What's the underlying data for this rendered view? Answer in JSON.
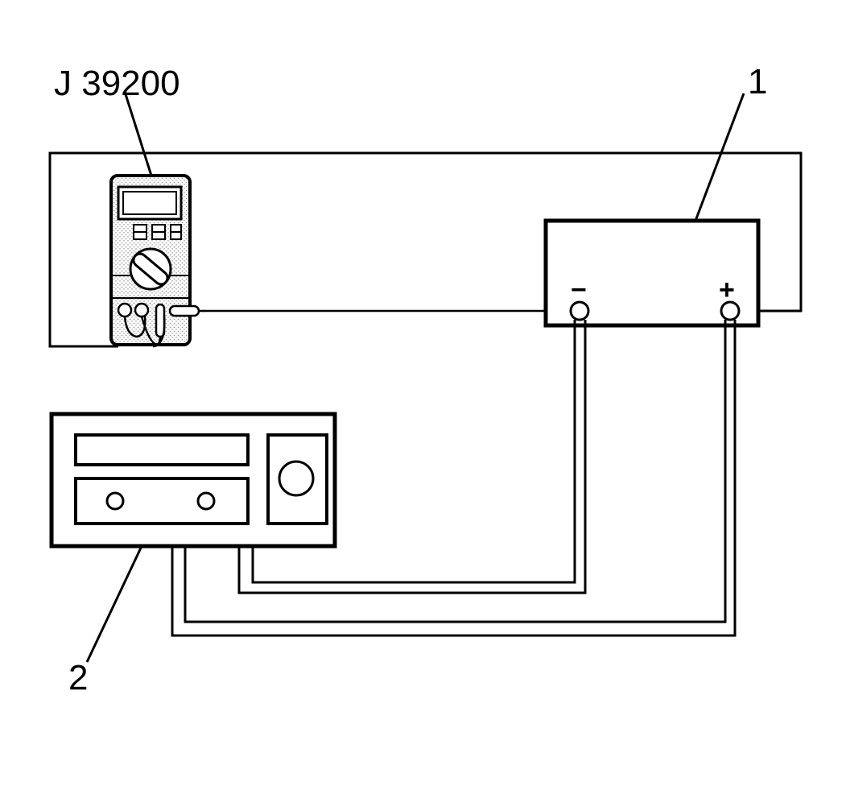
{
  "labels": {
    "meter": "J 39200",
    "battery": "1",
    "tester": "2",
    "negative": "−",
    "positive": "+"
  },
  "colors": {
    "ink": "#000000",
    "paper": "#ffffff",
    "stipple": "#b0b0b0"
  }
}
